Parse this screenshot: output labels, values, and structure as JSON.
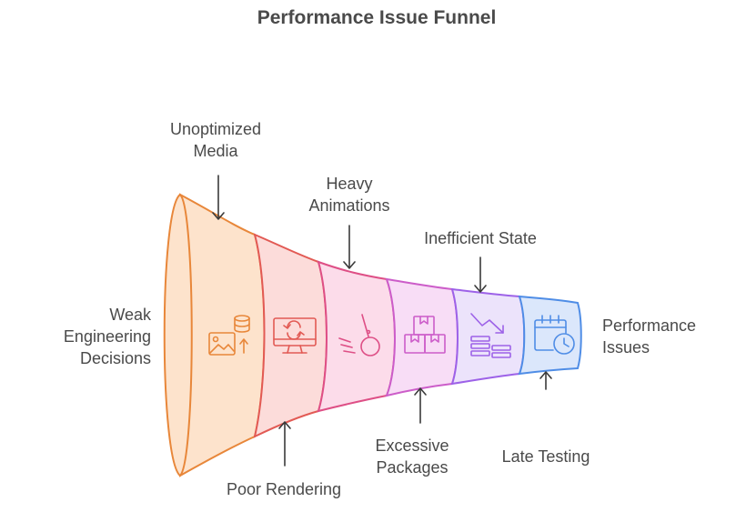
{
  "title": "Performance Issue Funnel",
  "start_label": [
    "Weak",
    "Engineering",
    "Decisions"
  ],
  "end_label": [
    "Performance",
    "Issues"
  ],
  "stages": [
    {
      "name": "Unoptimized Media",
      "lines": [
        "Unoptimized",
        "Media"
      ],
      "position": "top",
      "color": "#e8873a",
      "fill": "#fde3cc",
      "icon": "image-database-icon"
    },
    {
      "name": "Poor Rendering",
      "lines": [
        "Poor Rendering"
      ],
      "position": "bottom",
      "color": "#e25a54",
      "fill": "#fcdcda",
      "icon": "monitor-refresh-icon"
    },
    {
      "name": "Heavy Animations",
      "lines": [
        "Heavy",
        "Animations"
      ],
      "position": "top",
      "color": "#de4f86",
      "fill": "#fcdcea",
      "icon": "wrecking-ball-icon"
    },
    {
      "name": "Excessive Packages",
      "lines": [
        "Excessive",
        "Packages"
      ],
      "position": "bottom",
      "color": "#cc5dc9",
      "fill": "#f8ddf6",
      "icon": "stacked-packages-icon"
    },
    {
      "name": "Inefficient State",
      "lines": [
        "Inefficient State"
      ],
      "position": "top",
      "color": "#9d62e8",
      "fill": "#ece3fb",
      "icon": "trend-down-icon"
    },
    {
      "name": "Late Testing",
      "lines": [
        "Late Testing"
      ],
      "position": "bottom",
      "color": "#4f8de6",
      "fill": "#dbe7fb",
      "icon": "calendar-clock-icon"
    }
  ]
}
